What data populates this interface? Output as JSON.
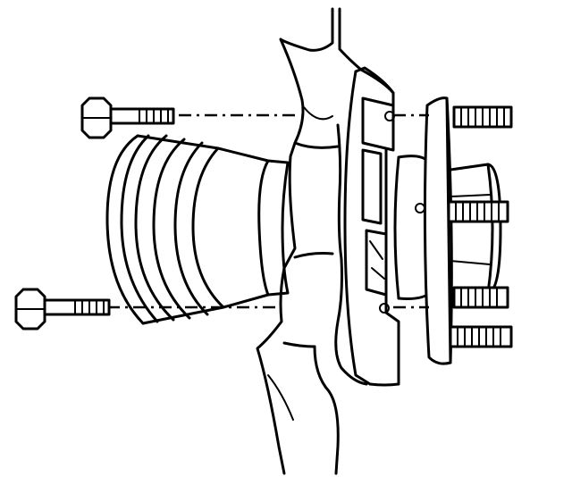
{
  "diagram": {
    "ink_color": "#000000",
    "background_color": "#ffffff",
    "parts": [
      "upper-mounting-bolt",
      "lower-mounting-bolt",
      "cv-axle-boot",
      "steering-knuckle",
      "brake-backing-plate",
      "hub-and-bearing-assembly",
      "wheel-studs"
    ]
  }
}
